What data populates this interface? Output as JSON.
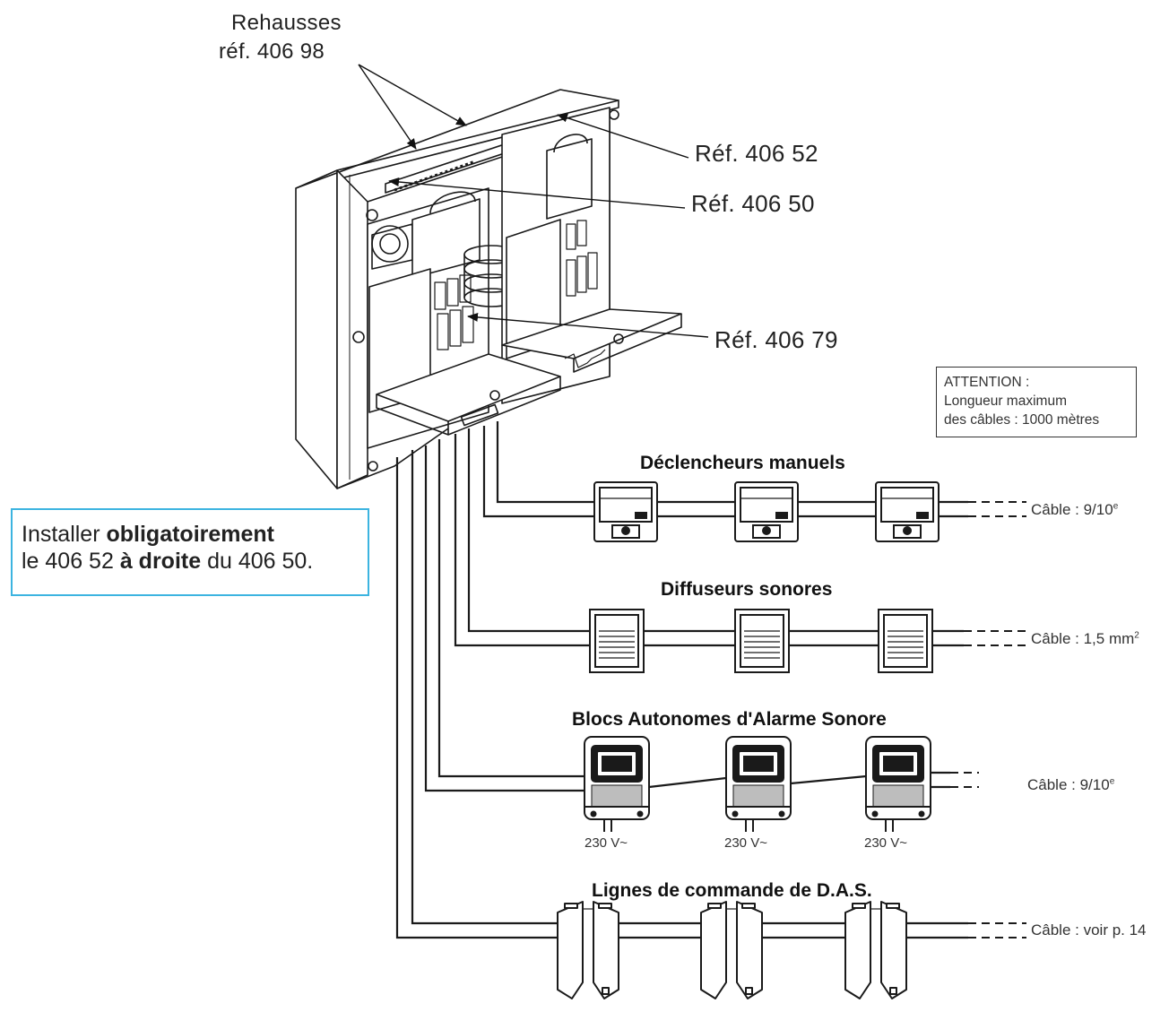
{
  "labels": {
    "rehausses_line1": "Rehausses",
    "rehausses_line2": "réf. 406 98",
    "ref_40652": "Réf. 406 52",
    "ref_40650": "Réf. 406 50",
    "ref_40679": "Réf. 406 79"
  },
  "attention": {
    "line1": "ATTENTION :",
    "line2": "Longueur maximum",
    "line3": "des câbles : 1000 mètres"
  },
  "warning": {
    "p1": "Installer ",
    "b1": "obligatoirement",
    "p2": "le 406 52 ",
    "b2": "à droite",
    "p3": " du 406 50."
  },
  "sections": [
    {
      "title": "Déclencheurs manuels",
      "cable": "Câble : 9/10",
      "cable_sup": "e"
    },
    {
      "title": "Diffuseurs sonores",
      "cable": "Câble : 1,5 mm",
      "cable_sup": "2"
    },
    {
      "title": "Blocs Autonomes d'Alarme Sonore",
      "cable": "Câble : 9/10",
      "cable_sup": "e"
    },
    {
      "title": "Lignes de commande de D.A.S.",
      "cable": "Câble : voir p. 14",
      "cable_sup": ""
    }
  ],
  "voltage_label": "230 V~",
  "colors": {
    "accent": "#3cb4e0",
    "line": "#1a1a1a"
  }
}
